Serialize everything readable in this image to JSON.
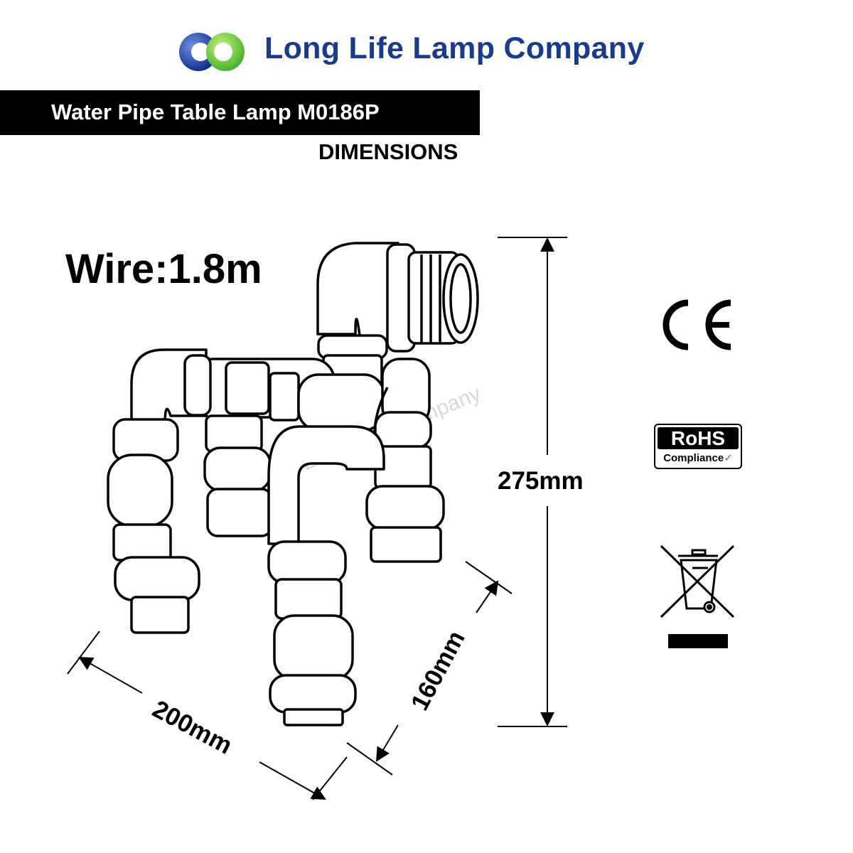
{
  "header": {
    "brand_name": "Long Life Lamp Company",
    "brand_color": "#1a3a8c",
    "logo_icon": "double-ring-logo-icon",
    "product_title": "Water Pipe Table Lamp M0186P",
    "section_label": "DIMENSIONS"
  },
  "specs": {
    "wire_label": "Wire:1.8m",
    "height": "275mm",
    "width": "200mm",
    "depth": "160mm"
  },
  "certifications": {
    "ce_mark": "CE",
    "rohs_title": "RoHS",
    "rohs_subtitle": "Compliance",
    "weee_icon": "crossed-out-wheelie-bin-icon"
  },
  "watermark": "Long Life Lamp Company"
}
